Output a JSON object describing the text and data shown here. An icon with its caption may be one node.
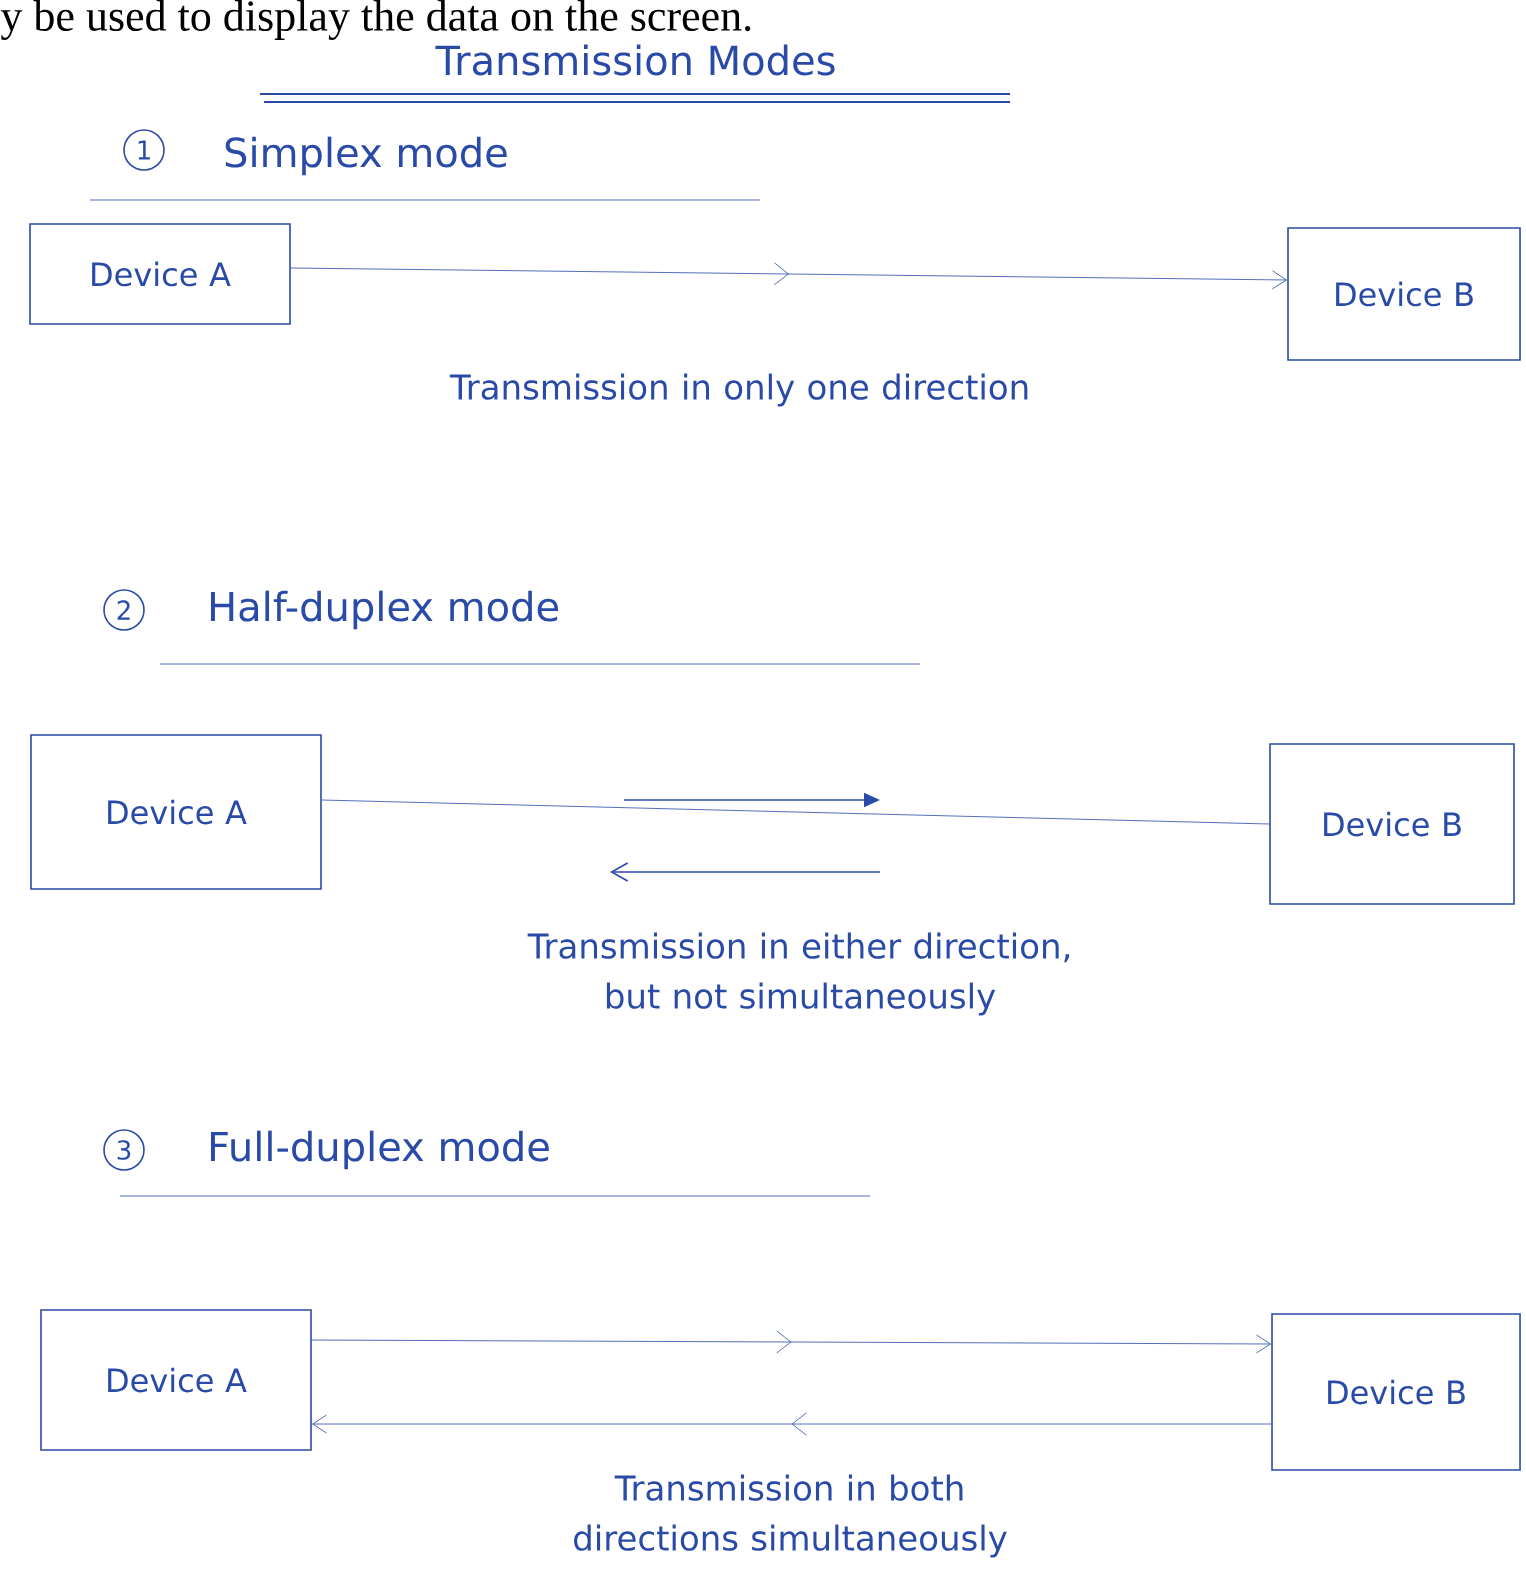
{
  "diagram": {
    "title": "Transmission Modes",
    "nodes": [
      {
        "text": [
          "Device A"
        ]
      },
      {
        "text": [
          "Device B"
        ]
      },
      {
        "text": [
          "Device A"
        ]
      },
      {
        "text": [
          "Device B"
        ]
      },
      {
        "text": [
          "Device A"
        ]
      },
      {
        "text": [
          "Device B"
        ]
      }
    ],
    "edges": [
      {
        "from": 0,
        "to": 1,
        "arrow": "to"
      },
      {
        "from": 2,
        "to": 3,
        "arrow": "none"
      },
      {
        "from": 4,
        "to": 5,
        "arrow": "to"
      },
      {
        "from": 5,
        "to": 4,
        "arrow": "to"
      }
    ],
    "labels": [
      "y be used to display the data on the screen.",
      "1",
      "Simplex mode",
      "Transmission in only one direction",
      "2",
      "Half-duplex mode",
      "Transmission in either direction, but not simultaneously",
      "3",
      "Full-duplex mode",
      "Transmission in both directions simultaneously"
    ]
  }
}
